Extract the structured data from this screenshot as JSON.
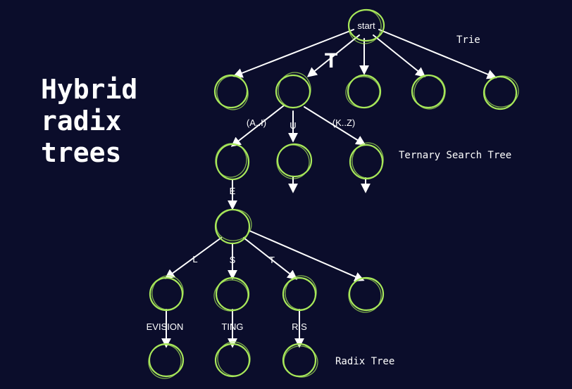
{
  "title": {
    "line1": "Hybrid",
    "line2": "radix",
    "line3": "trees"
  },
  "labels": {
    "root": "start",
    "trie": "Trie",
    "tst": "Ternary Search Tree",
    "radix": "Radix Tree"
  },
  "edge_labels": {
    "t": "T",
    "a_i": "(A..I)",
    "u": "U",
    "k_z": "(K..Z)",
    "e": "E",
    "l": "L",
    "s": "S",
    "t2": "T",
    "evision": "EVISION",
    "ting": "TING",
    "ris": "RIS"
  },
  "colors": {
    "background": "#0b0d2b",
    "node": "#a8e85a",
    "edge": "#ffffff",
    "text": "#ffffff"
  }
}
